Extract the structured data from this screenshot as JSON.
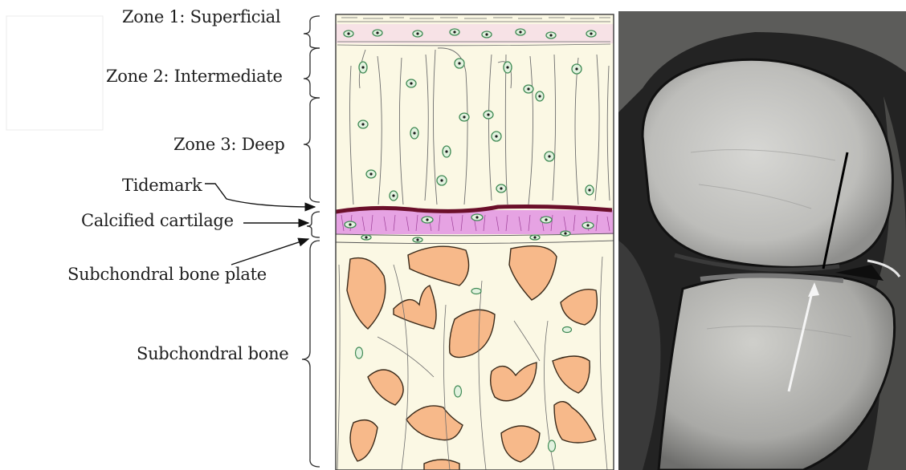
{
  "labels": {
    "zone1": "Zone 1: Superficial",
    "zone2": "Zone 2: Intermediate",
    "zone3": "Zone 3: Deep",
    "tidemark": "Tidemark",
    "calcified": "Calcified cartilage",
    "subchondral_plate": "Subchondral bone plate",
    "subchondral_bone": "Subchondral bone"
  },
  "colors": {
    "cartilage_matrix": "#fbf8e4",
    "superficial_zone": "#f7e2e6",
    "calcified_zone": "#e6a3e3",
    "tidemark": "#6b0f2a",
    "bone_trabecula": "#f7b98a",
    "chondrocyte": "#3f8a54",
    "chondrocyte_fill": "#e2f2df",
    "mri_background": "#232323"
  },
  "icons": {
    "mri_image": "knee-mri-sagittal",
    "black_arrow": "black-arrow",
    "white_arrow": "white-arrow"
  }
}
